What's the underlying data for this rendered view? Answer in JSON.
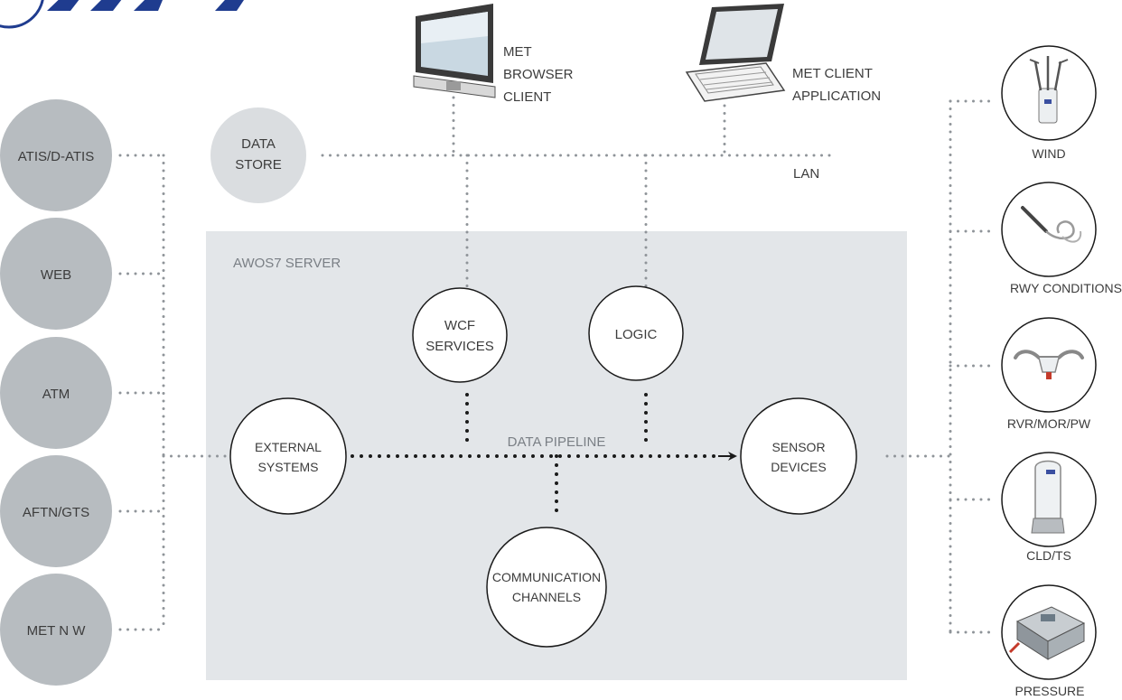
{
  "colors": {
    "server_bg": "#e3e6e9",
    "left_node": "#b7bcc0",
    "data_store": "#dadde0",
    "logo_blue": "#1f3c8f",
    "text": "#3c3c3c"
  },
  "server": {
    "title": "AWOS7 SERVER",
    "pipeline_label": "DATA PIPELINE"
  },
  "left_nodes": [
    "ATIS/D-ATIS",
    "WEB",
    "ATM",
    "AFTN/GTS",
    "MET N W"
  ],
  "data_store": [
    "DATA",
    "STORE"
  ],
  "lan_label": "LAN",
  "clients": {
    "browser": [
      "MET",
      "BROWSER",
      "CLIENT"
    ],
    "application": [
      "MET CLIENT",
      "APPLICATION"
    ]
  },
  "inner_nodes": {
    "wcf": [
      "WCF",
      "SERVICES"
    ],
    "logic": [
      "LOGIC"
    ],
    "external": [
      "EXTERNAL",
      "SYSTEMS"
    ],
    "sensor": [
      "SENSOR",
      "DEVICES"
    ],
    "comm": [
      "COMMUNICATION",
      "CHANNELS"
    ]
  },
  "sensors": [
    "WIND",
    "RWY CONDITIONS",
    "RVR/MOR/PW",
    "CLD/TS",
    "PRESSURE"
  ],
  "icons": {
    "logo": "company-logo",
    "monitor": "monitor-icon",
    "laptop": "laptop-icon",
    "wind": "wind-sensor-icon",
    "rwy": "runway-sensor-icon",
    "rvr": "visibility-sensor-icon",
    "cld": "ceilometer-icon",
    "pressure": "pressure-sensor-icon"
  }
}
